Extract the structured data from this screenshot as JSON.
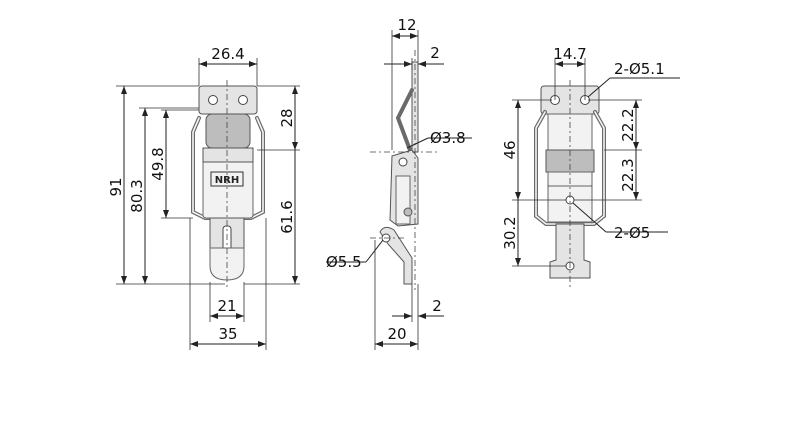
{
  "front_view": {
    "top_width": "26.4",
    "total_height": "91",
    "height_inner": "80.3",
    "bail_height": "49.8",
    "plate_height": "28",
    "lower_height": "61.6",
    "inner_width": "21",
    "overall_width": "35",
    "logo_text": "NRH"
  },
  "side_view": {
    "thickness": "12",
    "plate_thickness": "2",
    "pin_diameter": "Ø3.8",
    "hook_hole_diameter": "Ø5.5",
    "depth": "20",
    "hook_thickness": "2"
  },
  "back_view": {
    "hole_spacing": "14.7",
    "top_holes": "2-Ø5.1",
    "height_a": "22.2",
    "height_b": "22.3",
    "height_46": "46",
    "height_30": "30.2",
    "bottom_holes": "2-Ø5"
  }
}
